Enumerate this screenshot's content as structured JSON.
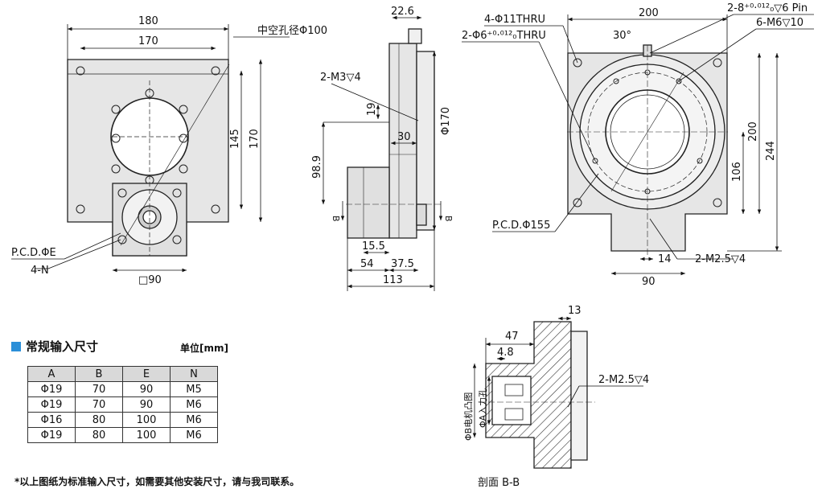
{
  "views": {
    "front": {
      "dim_180": "180",
      "dim_170_top": "170",
      "hollow_label": "中空孔径Φ100",
      "dim_145": "145",
      "dim_170_right": "170",
      "pcd_e": "P.C.D.ΦE",
      "n_label": "4-N",
      "dim_90": "□90"
    },
    "side": {
      "dim_22_6": "22.6",
      "m3": "2-M3▽4",
      "dim_19": "19",
      "dim_30": "30",
      "dim_98_9": "98.9",
      "phi170": "Φ170",
      "dim_15_5": "15.5",
      "dim_54": "54",
      "dim_37_5": "37.5",
      "dim_113": "113",
      "sec_b_left": "B",
      "sec_b_right": "B"
    },
    "rear": {
      "dim_200_top": "200",
      "thru_4": "4-Φ11THRU",
      "thru_2": "2-Φ6⁺⁰·⁰¹²₀THRU",
      "pin": "2-8⁺⁰·⁰¹²₀▽6 Pin",
      "m6": "6-M6▽10",
      "angle": "30°",
      "dim_200_right": "200",
      "dim_244": "244",
      "dim_106": "106",
      "pcd155": "P.C.D.Φ155",
      "dim_14": "14",
      "m25": "2-M2.5▽4",
      "dim_90": "90"
    },
    "section": {
      "dim_13": "13",
      "dim_47": "47",
      "dim_4_8": "4.8",
      "m25": "2-M2.5▽4",
      "phi_b": "ΦB电机凸图",
      "phi_a": "ΦA入力孔",
      "title": "剖面 B-B"
    }
  },
  "table": {
    "title": "常规输入尺寸",
    "unit": "单位[mm]",
    "headers": [
      "A",
      "B",
      "E",
      "N"
    ],
    "rows": [
      [
        "Φ19",
        "70",
        "90",
        "M5"
      ],
      [
        "Φ19",
        "70",
        "90",
        "M6"
      ],
      [
        "Φ16",
        "80",
        "100",
        "M6"
      ],
      [
        "Φ19",
        "80",
        "100",
        "M6"
      ]
    ]
  },
  "footnote": "*以上图纸为标准输入尺寸，如需要其他安装尺寸，请与我司联系。",
  "colors": {
    "accent": "#2b8fd8",
    "line": "#222222",
    "fill": "#e6e6e6"
  }
}
